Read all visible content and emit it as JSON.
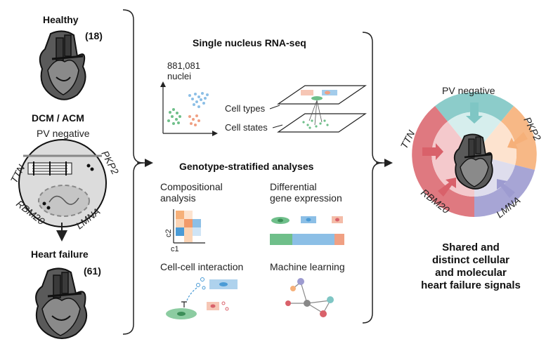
{
  "left": {
    "healthy_label": "Healthy",
    "healthy_count": "(18)",
    "dcm_label": "DCM / ACM",
    "pv_negative": "PV negative",
    "ttn": "TTN",
    "pkp2": "PKP2",
    "rbm20": "RBM20",
    "lmna": "LMNA",
    "hf_label": "Heart failure",
    "hf_count": "(61)"
  },
  "middle": {
    "snrna_title": "Single nucleus RNA-seq",
    "nuclei_count": "881,081",
    "nuclei_word": "nuclei",
    "cell_types": "Cell types",
    "cell_states": "Cell states",
    "geno_title": "Genotype-stratified analyses",
    "compositional_1": "Compositional",
    "compositional_2": "analysis",
    "axis_c1": "c1",
    "axis_c2": "c2",
    "differential_1": "Differential",
    "differential_2": "gene expression",
    "cellcell": "Cell-cell interaction",
    "ml": "Machine learning"
  },
  "right": {
    "pv_negative": "PV negative",
    "pkp2": "PKP2",
    "lmna": "LMNA",
    "rbm20": "RBM20",
    "ttn": "TTN",
    "summary_1": "Shared and",
    "summary_2": "distinct cellular",
    "summary_3": "and molecular",
    "summary_4": "heart failure signals"
  },
  "colors": {
    "teal": "#7fc6c4",
    "orange": "#f6b079",
    "purple": "#9d9bd0",
    "red": "#d9616a",
    "blue": "#8cbfe6",
    "green": "#6fbf8a",
    "salmon": "#f0a083",
    "heart_dark": "#3a3a3a",
    "heart_mid": "#7a7a7a"
  },
  "icons": [
    "heart-icon",
    "cardiomyocyte-icon",
    "arrow-down-icon",
    "arrow-right-icon",
    "network-icon",
    "receptor-icon"
  ]
}
